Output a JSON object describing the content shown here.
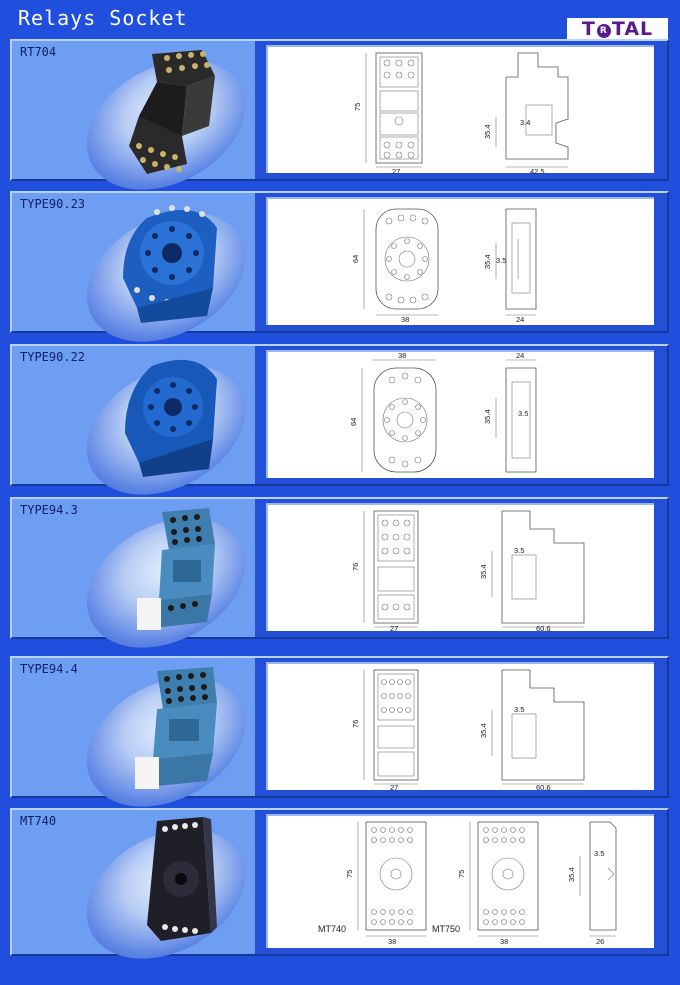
{
  "page": {
    "title": "Relays Socket",
    "brand": "TOTAL",
    "brand_left": "T",
    "brand_right": "TAL",
    "brand_mark": "R",
    "brand_color": "#5a1b8a"
  },
  "colors": {
    "background": "#1f4fdc",
    "panel": "#6e9ef1",
    "drawing_frame": "#2350d6"
  },
  "sockets": [
    {
      "model": "RT704",
      "photo": "black-octal-socket-icon",
      "dims": {
        "height": "75",
        "width": "27",
        "depth": "42.5",
        "rail": "35.4",
        "offset": "3.4"
      }
    },
    {
      "model": "TYPE90.23",
      "photo": "blue-round-socket-icon",
      "dims": {
        "height": "64",
        "width": "38",
        "depth": "24",
        "rail": "35.4",
        "offset": "3.5"
      }
    },
    {
      "model": "TYPE90.22",
      "photo": "blue-round-socket-icon",
      "dims": {
        "height": "64",
        "width": "38",
        "depth": "24",
        "rail": "35.4",
        "offset": "3.5"
      }
    },
    {
      "model": "TYPE94.3",
      "photo": "blue-square-socket-icon",
      "dims": {
        "height": "76",
        "width": "27",
        "depth": "60.6",
        "rail": "35.4",
        "offset": "3.5"
      }
    },
    {
      "model": "TYPE94.4",
      "photo": "blue-square-socket-icon",
      "dims": {
        "height": "76",
        "width": "27",
        "depth": "60.6",
        "rail": "35.4",
        "offset": "3.5"
      }
    },
    {
      "model": "MT740",
      "photo": "black-din-socket-icon",
      "dims": {
        "height": "75",
        "width": "38",
        "height_b": "75",
        "width_b": "38",
        "depth": "26",
        "rail": "35.4",
        "offset": "3.5",
        "label_a": "MT740",
        "label_b": "MT750"
      }
    }
  ]
}
